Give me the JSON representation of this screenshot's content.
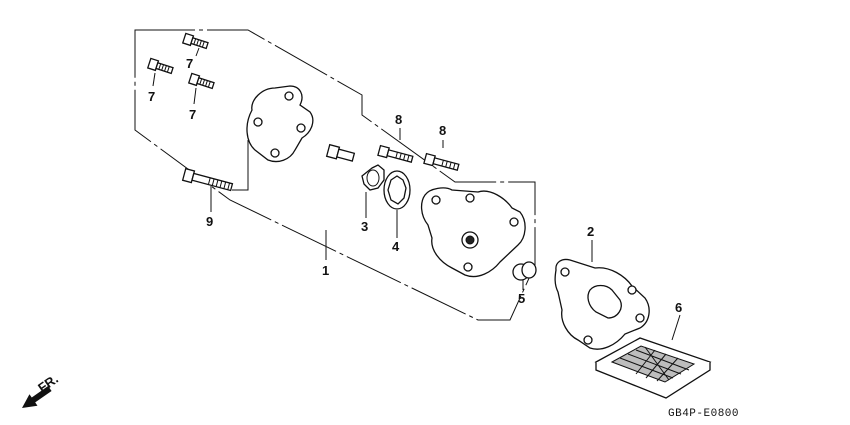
{
  "callouts": {
    "c1": "1",
    "c2": "2",
    "c3": "3",
    "c4": "4",
    "c5": "5",
    "c6": "6",
    "c7a": "7",
    "c7b": "7",
    "c7c": "7",
    "c8a": "8",
    "c8b": "8",
    "c9": "9"
  },
  "direction_label": "FR.",
  "diagram_code": "GB4P-E0800"
}
